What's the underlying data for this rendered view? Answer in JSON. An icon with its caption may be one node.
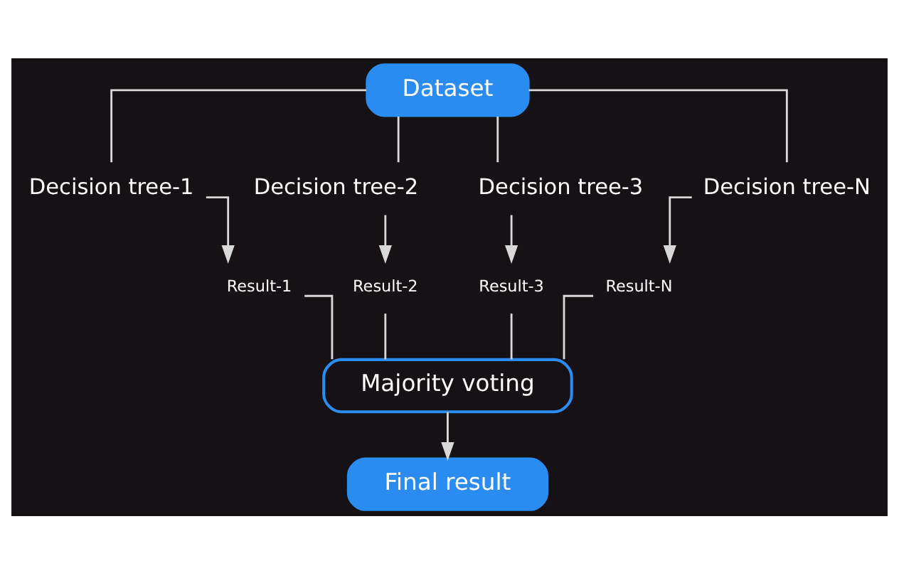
{
  "diagram": {
    "nodes": [
      {
        "text": [
          "Dataset"
        ]
      },
      {
        "text": [
          "Decision tree-1"
        ]
      },
      {
        "text": [
          "Decision tree-2"
        ]
      },
      {
        "text": [
          "Decision tree-3"
        ]
      },
      {
        "text": [
          "Decision tree-N"
        ]
      },
      {
        "text": [
          "Result-1"
        ]
      },
      {
        "text": [
          "Result-2"
        ]
      },
      {
        "text": [
          "Result-3"
        ]
      },
      {
        "text": [
          "Result-N"
        ]
      },
      {
        "text": [
          "Majority voting"
        ]
      },
      {
        "text": [
          "Final result"
        ]
      }
    ],
    "edges": [
      {
        "from": 0,
        "to": 1,
        "arrow": "none"
      },
      {
        "from": 0,
        "to": 2,
        "arrow": "none"
      },
      {
        "from": 0,
        "to": 3,
        "arrow": "none"
      },
      {
        "from": 0,
        "to": 4,
        "arrow": "none"
      },
      {
        "from": 1,
        "to": 5,
        "arrow": "to"
      },
      {
        "from": 2,
        "to": 6,
        "arrow": "to"
      },
      {
        "from": 3,
        "to": 7,
        "arrow": "to"
      },
      {
        "from": 4,
        "to": 8,
        "arrow": "to"
      },
      {
        "from": 5,
        "to": 9,
        "arrow": "none"
      },
      {
        "from": 6,
        "to": 9,
        "arrow": "none"
      },
      {
        "from": 7,
        "to": 9,
        "arrow": "none"
      },
      {
        "from": 8,
        "to": 9,
        "arrow": "none"
      },
      {
        "from": 9,
        "to": 10,
        "arrow": "to"
      }
    ]
  }
}
